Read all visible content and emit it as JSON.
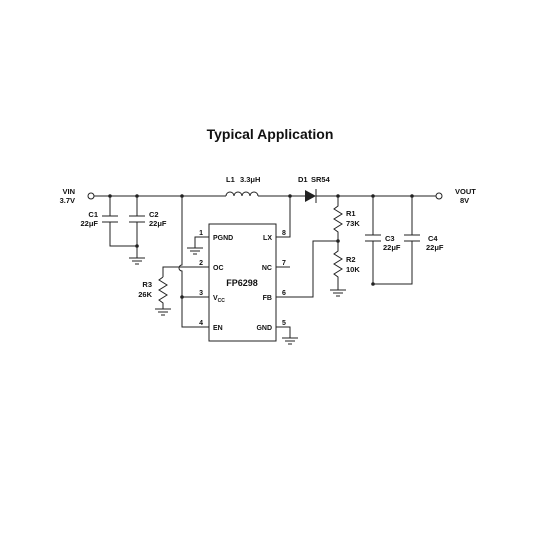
{
  "title": "Typical Application",
  "ic": {
    "name": "FP6298",
    "pins": {
      "p1": {
        "num": "1",
        "name": "PGND"
      },
      "p2": {
        "num": "2",
        "name": "OC"
      },
      "p3": {
        "num": "3",
        "name": "V",
        "sub": "CC"
      },
      "p4": {
        "num": "4",
        "name": "EN"
      },
      "p5": {
        "num": "5",
        "name": "GND"
      },
      "p6": {
        "num": "6",
        "name": "FB"
      },
      "p7": {
        "num": "7",
        "name": "NC"
      },
      "p8": {
        "num": "8",
        "name": "LX"
      }
    }
  },
  "input": {
    "name": "VIN",
    "value": "3.7V"
  },
  "output": {
    "name": "VOUT",
    "value": "8V"
  },
  "components": {
    "L1": {
      "ref": "L1",
      "value": "3.3μH"
    },
    "D1": {
      "ref": "D1",
      "value": "SR54"
    },
    "C1": {
      "ref": "C1",
      "value": "22μF"
    },
    "C2": {
      "ref": "C2",
      "value": "22μF"
    },
    "C3": {
      "ref": "C3",
      "value": "22μF"
    },
    "C4": {
      "ref": "C4",
      "value": "22μF"
    },
    "R1": {
      "ref": "R1",
      "value": "73K"
    },
    "R2": {
      "ref": "R2",
      "value": "10K"
    },
    "R3": {
      "ref": "R3",
      "value": "26K"
    }
  }
}
